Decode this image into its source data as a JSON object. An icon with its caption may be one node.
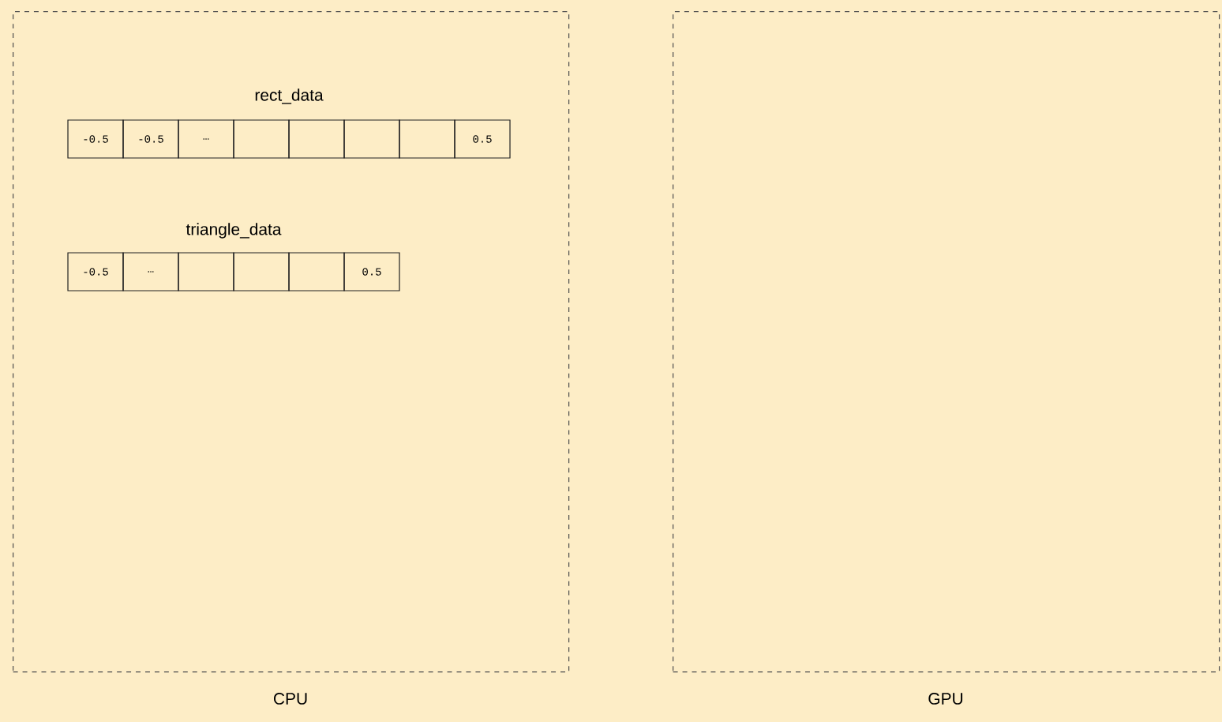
{
  "diagram": {
    "nodes": [
      {
        "text": [
          "CPU"
        ]
      },
      {
        "text": [
          "rect_data"
        ],
        "in": 0
      },
      {
        "text": [
          "-0.5"
        ],
        "in": 0
      },
      {
        "text": [
          "-0.5"
        ],
        "in": 0
      },
      {
        "text": [
          "…"
        ],
        "in": 0
      },
      {
        "text": [],
        "shape": "box",
        "in": 0
      },
      {
        "text": [],
        "shape": "box",
        "in": 0
      },
      {
        "text": [],
        "shape": "box",
        "in": 0
      },
      {
        "text": [],
        "shape": "box",
        "in": 0
      },
      {
        "text": [
          "0.5"
        ],
        "in": 0
      },
      {
        "text": [
          "triangle_data"
        ],
        "in": 0
      },
      {
        "text": [
          "-0.5"
        ],
        "in": 0
      },
      {
        "text": [
          "…"
        ],
        "in": 0
      },
      {
        "text": [],
        "shape": "box",
        "in": 0
      },
      {
        "text": [],
        "shape": "box",
        "in": 0
      },
      {
        "text": [],
        "shape": "box",
        "in": 0
      },
      {
        "text": [
          "0.5"
        ],
        "in": 0
      },
      {
        "text": [
          "GPU"
        ]
      }
    ],
    "edges": []
  }
}
